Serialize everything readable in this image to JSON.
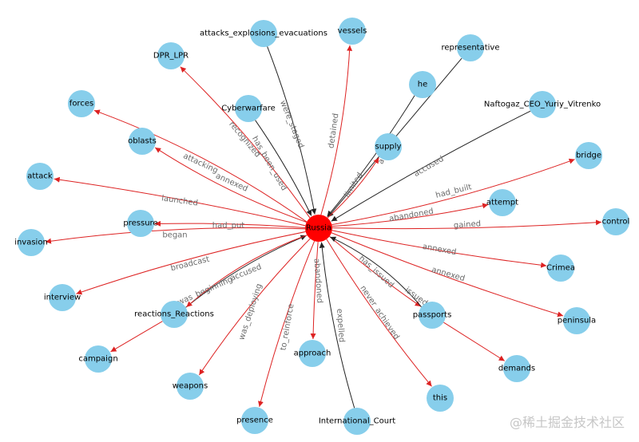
{
  "graph": {
    "center": {
      "id": "Russia",
      "label": "Russia",
      "color": "#ff0000"
    },
    "node_color": "#87ceeb",
    "colors": {
      "outgoing": "#dd2222",
      "incoming": "#222222"
    },
    "nodes": [
      {
        "id": "forces",
        "label": "forces"
      },
      {
        "id": "DPR_LPR",
        "label": "DPR_LPR"
      },
      {
        "id": "attacks_explosions_evacuations",
        "label": "attacks_explosions_evacuations"
      },
      {
        "id": "vessels",
        "label": "vessels"
      },
      {
        "id": "representative",
        "label": "representative"
      },
      {
        "id": "he",
        "label": "he"
      },
      {
        "id": "Naftogaz_CEO_Yuriy_Vitrenko",
        "label": "Naftogaz_CEO_Yuriy_Vitrenko"
      },
      {
        "id": "Cyberwarfare",
        "label": "Cyberwarfare"
      },
      {
        "id": "oblasts",
        "label": "oblasts"
      },
      {
        "id": "supply",
        "label": "supply"
      },
      {
        "id": "bridge",
        "label": "bridge"
      },
      {
        "id": "attack",
        "label": "attack"
      },
      {
        "id": "attempt",
        "label": "attempt"
      },
      {
        "id": "pressure",
        "label": "pressure"
      },
      {
        "id": "control",
        "label": "control"
      },
      {
        "id": "invasion",
        "label": "invasion"
      },
      {
        "id": "Crimea",
        "label": "Crimea"
      },
      {
        "id": "interview",
        "label": "interview"
      },
      {
        "id": "reactions_Reactions",
        "label": "reactions_Reactions"
      },
      {
        "id": "peninsula",
        "label": "peninsula"
      },
      {
        "id": "passports",
        "label": "passports"
      },
      {
        "id": "campaign",
        "label": "campaign"
      },
      {
        "id": "approach",
        "label": "approach"
      },
      {
        "id": "demands",
        "label": "demands"
      },
      {
        "id": "weapons",
        "label": "weapons"
      },
      {
        "id": "this",
        "label": "this"
      },
      {
        "id": "presence",
        "label": "presence"
      },
      {
        "id": "International_Court",
        "label": "International_Court"
      }
    ],
    "edges": [
      {
        "source": "Russia",
        "target": "forces",
        "label": "attacking",
        "dir": "out"
      },
      {
        "source": "Russia",
        "target": "DPR_LPR",
        "label": "recognized",
        "dir": "out"
      },
      {
        "source": "attacks_explosions_evacuations",
        "target": "Russia",
        "label": "were_staged",
        "dir": "in"
      },
      {
        "source": "Russia",
        "target": "vessels",
        "label": "detained",
        "dir": "out"
      },
      {
        "source": "representative",
        "target": "Russia",
        "label": "",
        "dir": "in"
      },
      {
        "source": "he",
        "target": "Russia",
        "label": "accused",
        "dir": "in"
      },
      {
        "source": "Naftogaz_CEO_Yuriy_Vitrenko",
        "target": "Russia",
        "label": "accused",
        "dir": "in"
      },
      {
        "source": "Cyberwarfare",
        "target": "Russia",
        "label": "has_been_used",
        "dir": "in"
      },
      {
        "source": "Russia",
        "target": "oblasts",
        "label": "annexed",
        "dir": "out"
      },
      {
        "source": "Russia",
        "target": "supply",
        "label": "limited",
        "dir": "out"
      },
      {
        "source": "Russia",
        "target": "bridge",
        "label": "had_built",
        "dir": "out"
      },
      {
        "source": "Russia",
        "target": "attack",
        "label": "launched",
        "dir": "out"
      },
      {
        "source": "Russia",
        "target": "attempt",
        "label": "abandoned",
        "dir": "out"
      },
      {
        "source": "Russia",
        "target": "pressure",
        "label": "had_put",
        "dir": "out"
      },
      {
        "source": "Russia",
        "target": "control",
        "label": "gained",
        "dir": "out"
      },
      {
        "source": "Russia",
        "target": "invasion",
        "label": "began",
        "dir": "out"
      },
      {
        "source": "Russia",
        "target": "Crimea",
        "label": "annexed",
        "dir": "out"
      },
      {
        "source": "Russia",
        "target": "interview",
        "label": "broadcast",
        "dir": "out"
      },
      {
        "source": "reactions_Reactions",
        "target": "Russia",
        "label": "accused",
        "dir": "in"
      },
      {
        "source": "Russia",
        "target": "reactions_Reactions",
        "label": "was_beginning",
        "dir": "out"
      },
      {
        "source": "Russia",
        "target": "peninsula",
        "label": "annexed",
        "dir": "out"
      },
      {
        "source": "Russia",
        "target": "passports",
        "label": "has_issued",
        "dir": "out"
      },
      {
        "source": "reactions_Reactions",
        "target": "campaign",
        "label": "",
        "dir": "out"
      },
      {
        "source": "Russia",
        "target": "approach",
        "label": "abandoned",
        "dir": "out"
      },
      {
        "source": "passports",
        "target": "demands",
        "label": "",
        "dir": "out"
      },
      {
        "source": "Russia",
        "target": "weapons",
        "label": "was_deploying",
        "dir": "out"
      },
      {
        "source": "Russia",
        "target": "this",
        "label": "never_achieved",
        "dir": "out"
      },
      {
        "source": "Russia",
        "target": "presence",
        "label": "to_reinforce",
        "dir": "out"
      },
      {
        "source": "International_Court",
        "target": "Russia",
        "label": "expelled",
        "dir": "in"
      },
      {
        "source": "passports",
        "target": "Russia",
        "label": "issued",
        "dir": "in"
      }
    ]
  },
  "watermark": "@稀土掘金技术社区"
}
